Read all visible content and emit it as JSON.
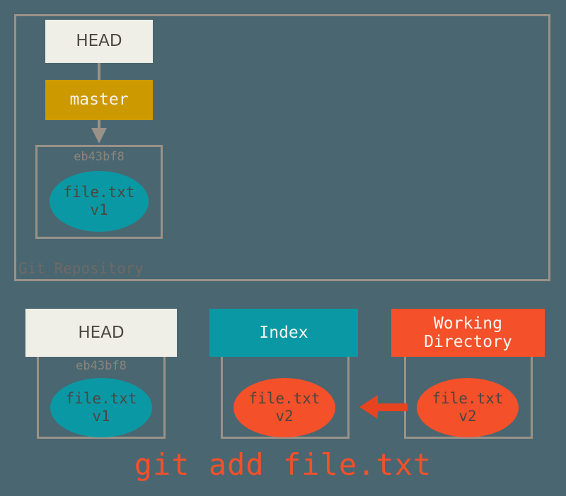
{
  "diagram": {
    "title_caption": "git add file.txt",
    "repository": {
      "label": "Git Repository",
      "head": {
        "label": "HEAD"
      },
      "branch": {
        "label": "master"
      },
      "commit": {
        "hash": "eb43bf8",
        "blob": {
          "filename": "file.txt",
          "version": "v1"
        }
      }
    },
    "areas": [
      {
        "key": "head",
        "header": "HEAD",
        "hash": "eb43bf8",
        "blob": {
          "filename": "file.txt",
          "version": "v1"
        }
      },
      {
        "key": "index",
        "header": "Index",
        "hash": "",
        "blob": {
          "filename": "file.txt",
          "version": "v2"
        }
      },
      {
        "key": "working-directory",
        "header": "Working\nDirectory",
        "header_line1": "Working",
        "header_line2": "Directory",
        "hash": "",
        "blob": {
          "filename": "file.txt",
          "version": "v2"
        }
      }
    ]
  },
  "colors": {
    "background": "#4a6670",
    "border_gray": "#9a9288",
    "cream": "#efefe7",
    "gold": "#cc9900",
    "teal": "#0a99a4",
    "orange": "#f4502a",
    "arrow_red": "#e8431f",
    "hash_text": "#8c857c",
    "dark_text": "#4c4640"
  }
}
